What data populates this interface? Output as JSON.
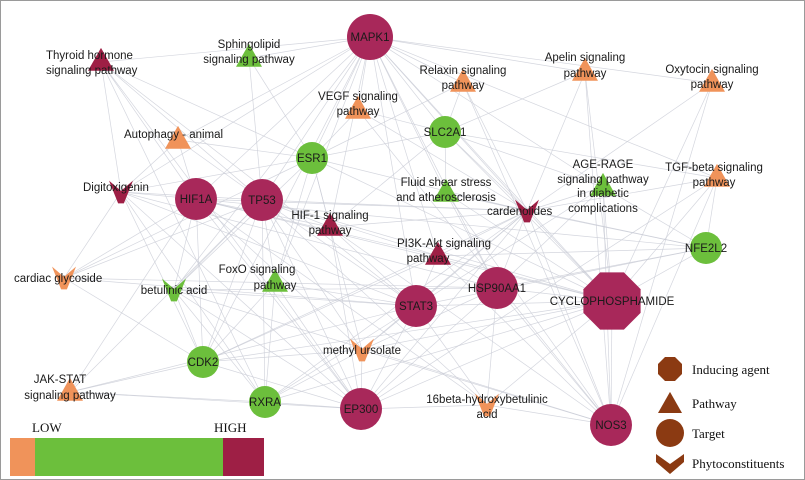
{
  "colors": {
    "low": "#f0935a",
    "mid": "#6cbf3c",
    "high": "#9e1f45",
    "target": "#a8285a",
    "edge": "#c9ccd6",
    "legend_shape": "#8b3a12"
  },
  "nodes": [
    {
      "id": "mapk1",
      "label": "MAPK1",
      "shape": "circle",
      "size": "l",
      "level": "high"
    },
    {
      "id": "thyroid",
      "label": "Thyroid hormone signaling pathway",
      "shape": "triangle",
      "level": "high"
    },
    {
      "id": "sphingo",
      "label": "Sphingolipid signaling pathway",
      "shape": "triangle",
      "level": "mid"
    },
    {
      "id": "relaxin",
      "label": "Relaxin signaling pathway",
      "shape": "triangle",
      "level": "low"
    },
    {
      "id": "apelin",
      "label": "Apelin signaling pathway",
      "shape": "triangle",
      "level": "low"
    },
    {
      "id": "oxytocin",
      "label": "Oxytocin signaling pathway",
      "shape": "triangle",
      "level": "low"
    },
    {
      "id": "vegf",
      "label": "VEGF signaling pathway",
      "shape": "triangle",
      "level": "low"
    },
    {
      "id": "autophagy",
      "label": "Autophagy - animal",
      "shape": "triangle",
      "level": "low"
    },
    {
      "id": "slc2a1",
      "label": "SLC2A1",
      "shape": "circle",
      "size": "s",
      "level": "mid"
    },
    {
      "id": "esr1",
      "label": "ESR1",
      "shape": "circle",
      "size": "s",
      "level": "mid"
    },
    {
      "id": "agerage",
      "label": "AGE-RAGE signaling pathway in diabetic complications",
      "shape": "triangle",
      "level": "mid"
    },
    {
      "id": "tgfbeta",
      "label": "TGF-beta signaling pathway",
      "shape": "triangle",
      "level": "low"
    },
    {
      "id": "digitoxigenin",
      "label": "Digitoxigenin",
      "shape": "chevron",
      "level": "high"
    },
    {
      "id": "hif1a",
      "label": "HIF1A",
      "shape": "circle",
      "size": "m",
      "level": "high"
    },
    {
      "id": "tp53",
      "label": "TP53",
      "shape": "circle",
      "size": "m",
      "level": "high"
    },
    {
      "id": "fluid",
      "label": "Fluid shear stress and atherosclerosis",
      "shape": "triangle",
      "level": "mid"
    },
    {
      "id": "cardenolides",
      "label": "cardenolides",
      "shape": "chevron",
      "level": "high"
    },
    {
      "id": "hif1sig",
      "label": "HIF-1 signaling pathway",
      "shape": "triangle",
      "level": "high"
    },
    {
      "id": "nfe2l2",
      "label": "NFE2L2",
      "shape": "circle",
      "size": "s",
      "level": "mid"
    },
    {
      "id": "pi3k",
      "label": "PI3K-Akt signaling pathway",
      "shape": "triangle",
      "level": "high"
    },
    {
      "id": "cardiacgly",
      "label": "cardiac glycoside",
      "shape": "chevron",
      "level": "low"
    },
    {
      "id": "foxo",
      "label": "FoxO signaling pathway",
      "shape": "triangle",
      "level": "mid"
    },
    {
      "id": "betulinic",
      "label": "betulinic acid",
      "shape": "chevron",
      "level": "mid"
    },
    {
      "id": "hsp90aa1",
      "label": "HSP90AA1",
      "shape": "circle",
      "size": "m",
      "level": "high"
    },
    {
      "id": "cyclo",
      "label": "CYCLOPHOSPHAMIDE",
      "shape": "octagon",
      "level": "high"
    },
    {
      "id": "stat3",
      "label": "STAT3",
      "shape": "circle",
      "size": "m",
      "level": "high"
    },
    {
      "id": "methylurs",
      "label": "methyl ursolate",
      "shape": "chevron",
      "level": "low"
    },
    {
      "id": "cdk2",
      "label": "CDK2",
      "shape": "circle",
      "size": "s",
      "level": "mid"
    },
    {
      "id": "jakstat",
      "label": "JAK-STAT signaling pathway",
      "shape": "triangle",
      "level": "low"
    },
    {
      "id": "rxra",
      "label": "RXRA",
      "shape": "circle",
      "size": "s",
      "level": "mid"
    },
    {
      "id": "ep300",
      "label": "EP300",
      "shape": "circle",
      "size": "m",
      "level": "high"
    },
    {
      "id": "hydroxybet",
      "label": "16beta-hydroxybetulinic acid",
      "shape": "chevron",
      "level": "low"
    },
    {
      "id": "nos3",
      "label": "NOS3",
      "shape": "circle",
      "size": "m",
      "level": "high"
    }
  ],
  "edges": [
    [
      "mapk1",
      "thyroid"
    ],
    [
      "mapk1",
      "sphingo"
    ],
    [
      "mapk1",
      "relaxin"
    ],
    [
      "mapk1",
      "apelin"
    ],
    [
      "mapk1",
      "oxytocin"
    ],
    [
      "mapk1",
      "vegf"
    ],
    [
      "mapk1",
      "slc2a1"
    ],
    [
      "mapk1",
      "esr1"
    ],
    [
      "mapk1",
      "tp53"
    ],
    [
      "mapk1",
      "fluid"
    ],
    [
      "mapk1",
      "cardenolides"
    ],
    [
      "mapk1",
      "hif1sig"
    ],
    [
      "mapk1",
      "agerage"
    ],
    [
      "mapk1",
      "tgfbeta"
    ],
    [
      "mapk1",
      "pi3k"
    ],
    [
      "mapk1",
      "foxo"
    ],
    [
      "mapk1",
      "hsp90aa1"
    ],
    [
      "mapk1",
      "stat3"
    ],
    [
      "mapk1",
      "cyclo"
    ],
    [
      "mapk1",
      "digitoxigenin"
    ],
    [
      "mapk1",
      "autophagy"
    ],
    [
      "mapk1",
      "hif1a"
    ],
    [
      "mapk1",
      "betulinic"
    ],
    [
      "mapk1",
      "cdk2"
    ],
    [
      "cardenolides",
      "relaxin"
    ],
    [
      "cardenolides",
      "apelin"
    ],
    [
      "cardenolides",
      "oxytocin"
    ],
    [
      "cardenolides",
      "slc2a1"
    ],
    [
      "cardenolides",
      "tgfbeta"
    ],
    [
      "cardenolides",
      "agerage"
    ],
    [
      "cardenolides",
      "nfe2l2"
    ],
    [
      "cardenolides",
      "hsp90aa1"
    ],
    [
      "cardenolides",
      "stat3"
    ],
    [
      "cardenolides",
      "nos3"
    ],
    [
      "cardenolides",
      "ep300"
    ],
    [
      "cardenolides",
      "cdk2"
    ],
    [
      "cardenolides",
      "rxra"
    ],
    [
      "cardenolides",
      "tp53"
    ],
    [
      "cardenolides",
      "hif1a"
    ],
    [
      "cardenolides",
      "esr1"
    ],
    [
      "cardenolides",
      "fluid"
    ],
    [
      "cardenolides",
      "pi3k"
    ],
    [
      "cardenolides",
      "vegf"
    ],
    [
      "cardenolides",
      "cyclo"
    ],
    [
      "cardenolides",
      "methylurs"
    ],
    [
      "cardenolides",
      "hif1sig"
    ],
    [
      "cyclo",
      "slc2a1"
    ],
    [
      "cyclo",
      "nfe2l2"
    ],
    [
      "cyclo",
      "hsp90aa1"
    ],
    [
      "cyclo",
      "stat3"
    ],
    [
      "cyclo",
      "nos3"
    ],
    [
      "cyclo",
      "ep300"
    ],
    [
      "cyclo",
      "cdk2"
    ],
    [
      "cyclo",
      "rxra"
    ],
    [
      "cyclo",
      "tp53"
    ],
    [
      "cyclo",
      "hif1a"
    ],
    [
      "cyclo",
      "esr1"
    ],
    [
      "cyclo",
      "agerage"
    ],
    [
      "cyclo",
      "tgfbeta"
    ],
    [
      "cyclo",
      "pi3k"
    ],
    [
      "cyclo",
      "fluid"
    ],
    [
      "cyclo",
      "methylurs"
    ],
    [
      "cyclo",
      "oxytocin"
    ],
    [
      "cyclo",
      "apelin"
    ],
    [
      "cyclo",
      "hydroxybet"
    ],
    [
      "digitoxigenin",
      "hif1a"
    ],
    [
      "digitoxigenin",
      "tp53"
    ],
    [
      "digitoxigenin",
      "stat3"
    ],
    [
      "digitoxigenin",
      "hsp90aa1"
    ],
    [
      "digitoxigenin",
      "thyroid"
    ],
    [
      "digitoxigenin",
      "autophagy"
    ],
    [
      "digitoxigenin",
      "esr1"
    ],
    [
      "digitoxigenin",
      "cdk2"
    ],
    [
      "digitoxigenin",
      "rxra"
    ],
    [
      "digitoxigenin",
      "ep300"
    ],
    [
      "digitoxigenin",
      "cardiacgly"
    ],
    [
      "cardiacgly",
      "hif1a"
    ],
    [
      "cardiacgly",
      "tp53"
    ],
    [
      "cardiacgly",
      "stat3"
    ],
    [
      "cardiacgly",
      "hsp90aa1"
    ],
    [
      "cardiacgly",
      "cdk2"
    ],
    [
      "cardiacgly",
      "esr1"
    ],
    [
      "betulinic",
      "hif1a"
    ],
    [
      "betulinic",
      "tp53"
    ],
    [
      "betulinic",
      "stat3"
    ],
    [
      "betulinic",
      "hsp90aa1"
    ],
    [
      "betulinic",
      "cdk2"
    ],
    [
      "betulinic",
      "rxra"
    ],
    [
      "betulinic",
      "ep300"
    ],
    [
      "betulinic",
      "nos3"
    ],
    [
      "betulinic",
      "esr1"
    ],
    [
      "methylurs",
      "stat3"
    ],
    [
      "methylurs",
      "hsp90aa1"
    ],
    [
      "methylurs",
      "hif1a"
    ],
    [
      "methylurs",
      "tp53"
    ],
    [
      "methylurs",
      "cdk2"
    ],
    [
      "methylurs",
      "rxra"
    ],
    [
      "methylurs",
      "ep300"
    ],
    [
      "methylurs",
      "nos3"
    ],
    [
      "methylurs",
      "esr1"
    ],
    [
      "hydroxybet",
      "stat3"
    ],
    [
      "hydroxybet",
      "hsp90aa1"
    ],
    [
      "hydroxybet",
      "tp53"
    ],
    [
      "hydroxybet",
      "ep300"
    ],
    [
      "hydroxybet",
      "nos3"
    ],
    [
      "hydroxybet",
      "hif1a"
    ],
    [
      "tp53",
      "thyroid"
    ],
    [
      "tp53",
      "foxo"
    ],
    [
      "tp53",
      "pi3k"
    ],
    [
      "tp53",
      "hif1sig"
    ],
    [
      "tp53",
      "jakstat"
    ],
    [
      "tp53",
      "autophagy"
    ],
    [
      "tp53",
      "sphingo"
    ],
    [
      "tp53",
      "rxra"
    ],
    [
      "tp53",
      "ep300"
    ],
    [
      "tp53",
      "stat3"
    ],
    [
      "hif1a",
      "thyroid"
    ],
    [
      "hif1a",
      "hif1sig"
    ],
    [
      "hif1a",
      "pi3k"
    ],
    [
      "hif1a",
      "autophagy"
    ],
    [
      "hif1a",
      "jakstat"
    ],
    [
      "hif1a",
      "cdk2"
    ],
    [
      "hif1a",
      "ep300"
    ],
    [
      "stat3",
      "jakstat"
    ],
    [
      "stat3",
      "pi3k"
    ],
    [
      "stat3",
      "hif1sig"
    ],
    [
      "stat3",
      "foxo"
    ],
    [
      "stat3",
      "agerage"
    ],
    [
      "stat3",
      "thyroid"
    ],
    [
      "stat3",
      "ep300"
    ],
    [
      "hsp90aa1",
      "pi3k"
    ],
    [
      "hsp90aa1",
      "fluid"
    ],
    [
      "hsp90aa1",
      "agerage"
    ],
    [
      "hsp90aa1",
      "nfe2l2"
    ],
    [
      "hsp90aa1",
      "nos3"
    ],
    [
      "hsp90aa1",
      "ep300"
    ],
    [
      "slc2a1",
      "relaxin"
    ],
    [
      "slc2a1",
      "apelin"
    ],
    [
      "slc2a1",
      "vegf"
    ],
    [
      "slc2a1",
      "fluid"
    ],
    [
      "slc2a1",
      "tgfbeta"
    ],
    [
      "slc2a1",
      "agerage"
    ],
    [
      "slc2a1",
      "hif1sig"
    ],
    [
      "slc2a1",
      "esr1"
    ],
    [
      "esr1",
      "thyroid"
    ],
    [
      "esr1",
      "sphingo"
    ],
    [
      "esr1",
      "vegf"
    ],
    [
      "esr1",
      "relaxin"
    ],
    [
      "esr1",
      "autophagy"
    ],
    [
      "esr1",
      "hif1sig"
    ],
    [
      "esr1",
      "foxo"
    ],
    [
      "nos3",
      "vegf"
    ],
    [
      "nos3",
      "relaxin"
    ],
    [
      "nos3",
      "apelin"
    ],
    [
      "nos3",
      "oxytocin"
    ],
    [
      "nos3",
      "tgfbeta"
    ],
    [
      "nos3",
      "agerage"
    ],
    [
      "nos3",
      "pi3k"
    ],
    [
      "nos3",
      "hif1sig"
    ],
    [
      "nos3",
      "fluid"
    ],
    [
      "ep300",
      "foxo"
    ],
    [
      "ep300",
      "jakstat"
    ],
    [
      "ep300",
      "thyroid"
    ],
    [
      "ep300",
      "hif1sig"
    ],
    [
      "ep300",
      "tgfbeta"
    ],
    [
      "ep300",
      "rxra"
    ],
    [
      "ep300",
      "cdk2"
    ],
    [
      "cdk2",
      "foxo"
    ],
    [
      "cdk2",
      "jakstat"
    ],
    [
      "cdk2",
      "pi3k"
    ],
    [
      "cdk2",
      "tp53"
    ],
    [
      "rxra",
      "thyroid"
    ],
    [
      "rxra",
      "jakstat"
    ],
    [
      "rxra",
      "foxo"
    ],
    [
      "rxra",
      "stat3"
    ],
    [
      "nfe2l2",
      "fluid"
    ],
    [
      "nfe2l2",
      "agerage"
    ],
    [
      "nfe2l2",
      "tgfbeta"
    ],
    [
      "nfe2l2",
      "pi3k"
    ],
    [
      "nfe2l2",
      "hif1a"
    ],
    [
      "nfe2l2",
      "stat3"
    ]
  ],
  "legend": {
    "items": [
      {
        "label": "Inducing agent",
        "shape": "octagon"
      },
      {
        "label": "Pathway",
        "shape": "triangle"
      },
      {
        "label": "Target",
        "shape": "circle"
      },
      {
        "label": "Phytoconstituents",
        "shape": "chevron"
      }
    ]
  },
  "colorbar": {
    "low_label": "LOW",
    "high_label": "HIGH"
  }
}
